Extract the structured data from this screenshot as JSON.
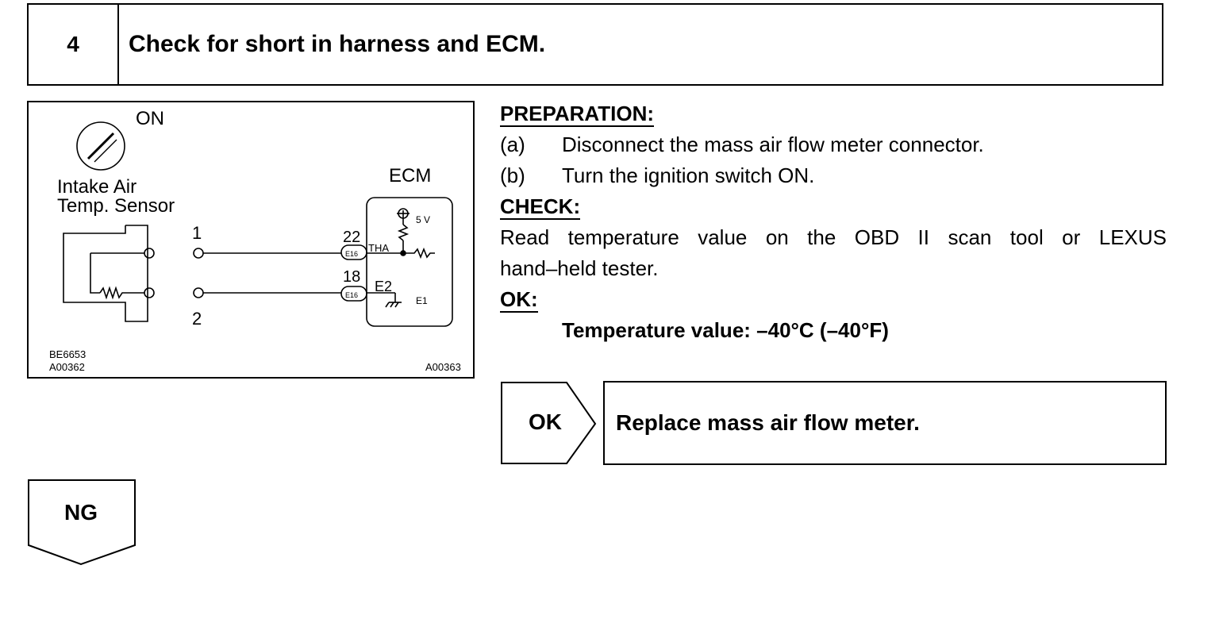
{
  "step": {
    "number": "4",
    "title": "Check for short in harness and ECM."
  },
  "diagram": {
    "ignition_label": "ON",
    "sensor_label_line1": "Intake Air",
    "sensor_label_line2": "Temp. Sensor",
    "ecm_label": "ECM",
    "pin1": "1",
    "pin2": "2",
    "ecm_pin_a": "22",
    "ecm_pin_b": "18",
    "connector_a": "E16",
    "connector_b": "E16",
    "tha": "THA",
    "e2": "E2",
    "e1": "E1",
    "voltage": "5 V",
    "code1": "BE6653",
    "code2": "A00362",
    "code3": "A00363"
  },
  "preparation": {
    "heading": "PREPARATION:",
    "items": [
      {
        "mark": "(a)",
        "text": "Disconnect the mass air flow meter connector."
      },
      {
        "mark": "(b)",
        "text": "Turn the ignition switch ON."
      }
    ]
  },
  "check": {
    "heading": "CHECK:",
    "line1": "Read temperature value on the OBD II scan tool or LEXUS",
    "line2": "hand–held tester."
  },
  "ok": {
    "heading": "OK:",
    "spec": "Temperature value: –40°C (–40°F)"
  },
  "ok_branch": {
    "label": "OK",
    "result": "Replace mass air flow meter."
  },
  "ng_branch": {
    "label": "NG"
  }
}
